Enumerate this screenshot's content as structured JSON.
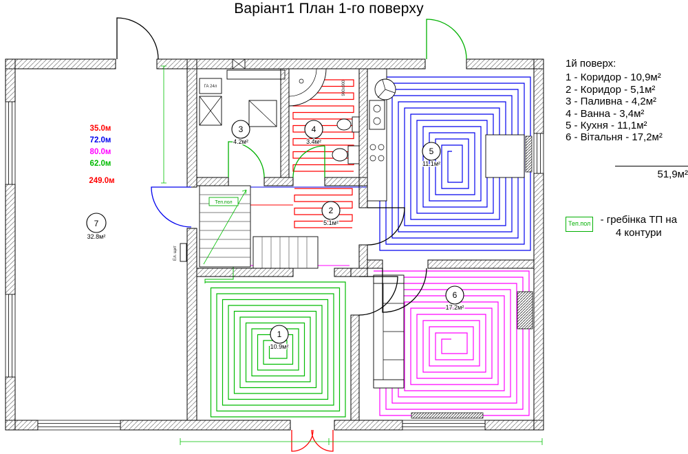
{
  "title": "Варіант1 План 1-го поверху",
  "panel": {
    "heading": "1й поверх:",
    "rows": [
      "1 - Коридор - 10,9м²",
      "2 - Коридор - 5,1м²",
      "3 - Паливна - 4,2м²",
      "4 - Ванна    - 3,4м²",
      "5 - Кухня    - 11,1м²",
      "6 - Вітальня - 17,2м²"
    ],
    "total": "51,9м²",
    "legend_badge": "Теп.пол",
    "legend_text": "- гребінка ТП на 4 контури"
  },
  "loop_lengths": [
    {
      "value": "35.0м",
      "color": "#ff0000"
    },
    {
      "value": "72.0м",
      "color": "#0000ee"
    },
    {
      "value": "80.0м",
      "color": "#ff00ff"
    },
    {
      "value": "62.0м",
      "color": "#00bb00"
    },
    {
      "value": "249.0м",
      "color": "#ff0000"
    }
  ],
  "rooms": [
    {
      "num": "1",
      "area": "10.9м²"
    },
    {
      "num": "2",
      "area": "5.1м²"
    },
    {
      "num": "3",
      "area": "4.2м²"
    },
    {
      "num": "4",
      "area": "3.4м²"
    },
    {
      "num": "5",
      "area": "11.1м²"
    },
    {
      "num": "6",
      "area": "17.2м²"
    },
    {
      "num": "7",
      "area": "32.8м²"
    }
  ],
  "plan_labels": {
    "manifold": "Теп.пол",
    "tank": "ГА 24л",
    "shower_size": "900х900",
    "electrical": "Ел. щит"
  },
  "colors": {
    "circuit_red": "#ff0000",
    "circuit_blue": "#0000ee",
    "circuit_magenta": "#ff00ff",
    "circuit_green": "#00bb00"
  }
}
